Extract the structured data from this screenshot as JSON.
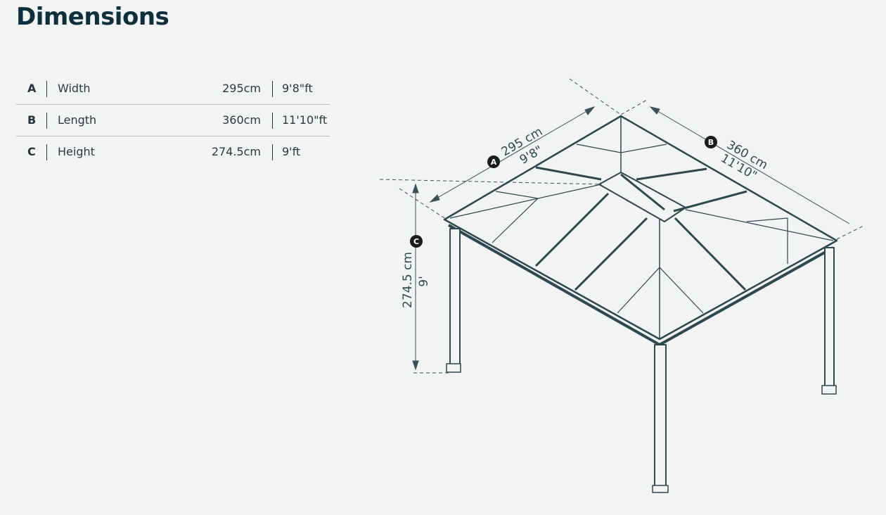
{
  "title": "Dimensions",
  "rows": [
    {
      "key": "A",
      "name": "Width",
      "cm": "295cm",
      "ft": "9'8\"ft"
    },
    {
      "key": "B",
      "name": "Length",
      "cm": "360cm",
      "ft": "11'10\"ft"
    },
    {
      "key": "C",
      "name": "Height",
      "cm": "274.5cm",
      "ft": "9'ft"
    }
  ],
  "diagram": {
    "a": {
      "badge": "A",
      "metric": "295 cm",
      "imperial": "9'8\""
    },
    "b": {
      "badge": "B",
      "metric": "360 cm",
      "imperial": "11'10\""
    },
    "c": {
      "badge": "C",
      "metric": "274.5 cm",
      "imperial": "9'"
    }
  }
}
